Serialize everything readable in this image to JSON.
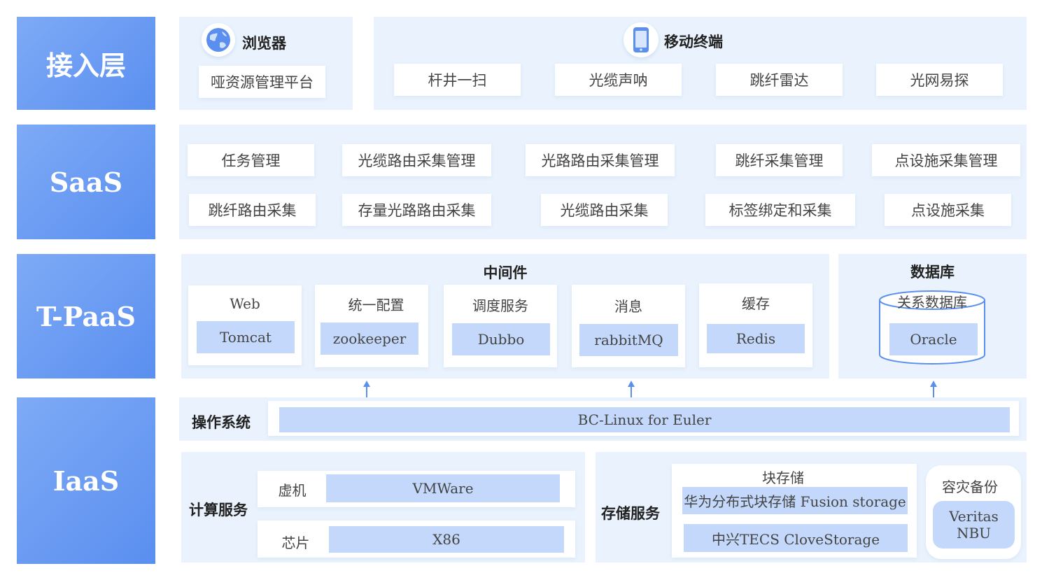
{
  "layers": {
    "access": "接入层",
    "saas": "SaaS",
    "tpaas": "T-PaaS",
    "iaas": "IaaS"
  },
  "access": {
    "browser": {
      "title": "浏览器",
      "icon": "globe-icon",
      "item": "哑资源管理平台"
    },
    "mobile": {
      "title": "移动终端",
      "icon": "smartphone-icon",
      "items": [
        "杆井一扫",
        "光缆声呐",
        "跳纤雷达",
        "光网易探"
      ]
    }
  },
  "saas": {
    "row1": [
      "任务管理",
      "光缆路由采集管理",
      "光路路由采集管理",
      "跳纤采集管理",
      "点设施采集管理"
    ],
    "row2": [
      "跳纤路由采集",
      "存量光路路由采集",
      "光缆路由采集",
      "标签绑定和采集",
      "点设施采集"
    ]
  },
  "tpaas": {
    "middleware": {
      "title": "中间件",
      "items": [
        {
          "title": "Web",
          "value": "Tomcat"
        },
        {
          "title": "统一配置",
          "value": "zookeeper"
        },
        {
          "title": "调度服务",
          "value": "Dubbo"
        },
        {
          "title": "消息",
          "value": "rabbitMQ"
        },
        {
          "title": "缓存",
          "value": "Redis"
        }
      ]
    },
    "database": {
      "title": "数据库",
      "subtitle": "关系数据库",
      "value": "Oracle"
    }
  },
  "iaas": {
    "os": {
      "label": "操作系统",
      "value": "BC-Linux for Euler"
    },
    "compute": {
      "label": "计算服务",
      "vm": {
        "label": "虚机",
        "value": "VMWare"
      },
      "chip": {
        "label": "芯片",
        "value": "X86"
      }
    },
    "storage": {
      "label": "存储服务",
      "block": {
        "title": "块存储",
        "items": [
          "华为分布式块存储 Fusion storage",
          "中兴TECS CloveStorage"
        ]
      },
      "backup": {
        "title": "容灾备份",
        "value": "Veritas NBU"
      }
    }
  },
  "colors": {
    "accent": "#5a8ff0",
    "panel": "#eaf3fd",
    "inner": "#c3d8fa"
  }
}
